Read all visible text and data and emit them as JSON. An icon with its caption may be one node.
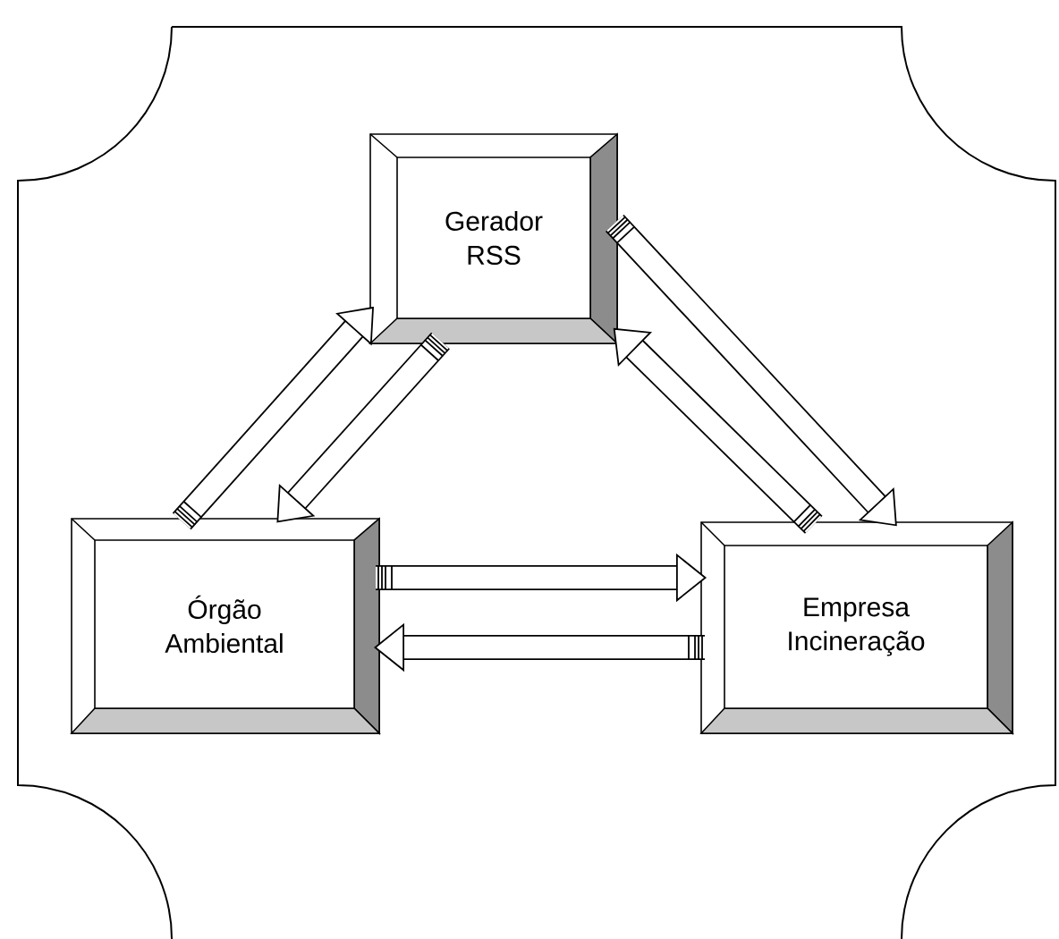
{
  "diagram": {
    "nodes": [
      {
        "text": [
          "Gerador RSS"
        ]
      },
      {
        "text": [
          "Órgão Ambiental"
        ]
      },
      {
        "text": [
          "Empresa Incineração"
        ]
      }
    ],
    "edges": [
      {
        "from": 1,
        "to": 0,
        "arrow": "to"
      },
      {
        "from": 0,
        "to": 1,
        "arrow": "to"
      },
      {
        "from": 0,
        "to": 2,
        "arrow": "to"
      },
      {
        "from": 2,
        "to": 0,
        "arrow": "to"
      },
      {
        "from": 1,
        "to": 2,
        "arrow": "to"
      },
      {
        "from": 2,
        "to": 1,
        "arrow": "to"
      }
    ]
  }
}
